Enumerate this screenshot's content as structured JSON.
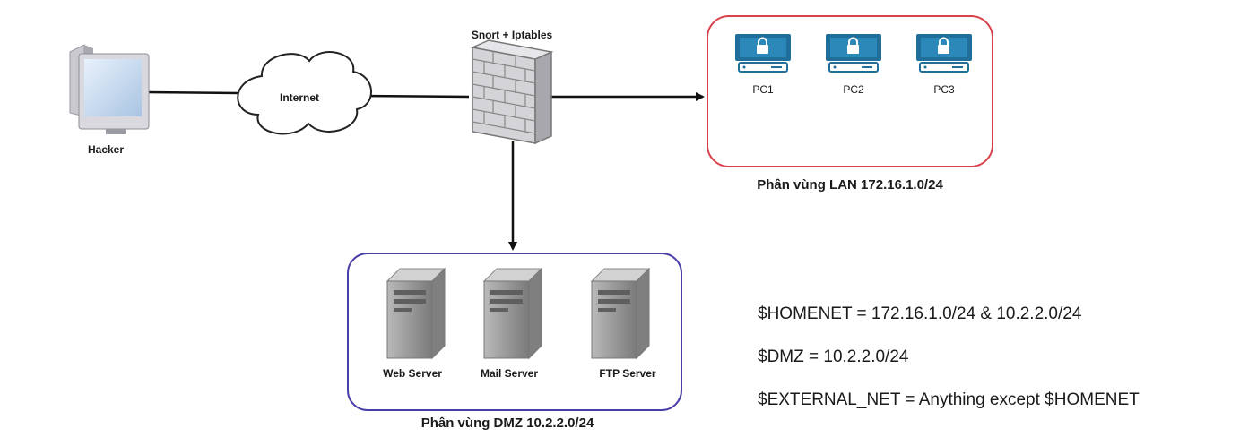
{
  "nodes": {
    "hacker": "Hacker",
    "internet": "Internet",
    "firewall": "Snort + Iptables",
    "pc1": "PC1",
    "pc2": "PC2",
    "pc3": "PC3",
    "web_server": "Web Server",
    "mail_server": "Mail Server",
    "ftp_server": "FTP Server"
  },
  "zones": {
    "lan": "Phân vùng LAN 172.16.1.0/24",
    "dmz": "Phân vùng DMZ 10.2.2.0/24"
  },
  "colors": {
    "lan_border": "#d9424a",
    "dmz_border": "#4a3fa8",
    "monitor": "#1f6f9a",
    "server": "#8a8a8a"
  },
  "definitions": {
    "homenet": "$HOMENET = 172.16.1.0/24 & 10.2.2.0/24",
    "dmz": "$DMZ = 10.2.2.0/24",
    "external": "$EXTERNAL_NET = Anything except $HOMENET"
  }
}
